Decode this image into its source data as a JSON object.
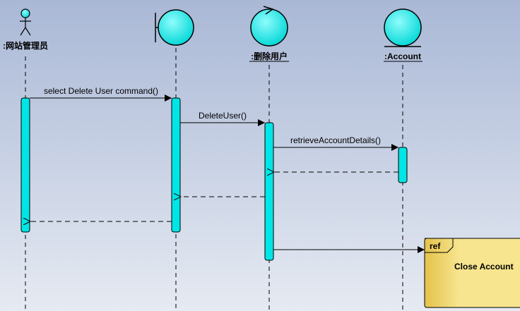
{
  "diagram": {
    "type": "sequence",
    "colors": {
      "background_top": "#a9b8d6",
      "background_bottom": "#e6eaf2",
      "lifeline_fill": "#00e5e5",
      "ref_fill": "#f7e58f",
      "ref_fill_dark": "#e5c24a"
    },
    "participants": [
      {
        "id": "admin",
        "kind": "actor",
        "label": ":网站管理员",
        "underline": false
      },
      {
        "id": "ui",
        "kind": "boundary",
        "label": "",
        "underline": false
      },
      {
        "id": "ctrl",
        "kind": "control",
        "label": ":删除用户",
        "underline": true
      },
      {
        "id": "acct",
        "kind": "entity",
        "label": ":Account",
        "underline": true
      }
    ],
    "messages": [
      {
        "from": "admin",
        "to": "ui",
        "label": "select Delete User command()",
        "kind": "sync"
      },
      {
        "from": "ui",
        "to": "ctrl",
        "label": "DeleteUser()",
        "kind": "sync"
      },
      {
        "from": "ctrl",
        "to": "acct",
        "label": "retrieveAccountDetails()",
        "kind": "sync"
      },
      {
        "from": "acct",
        "to": "ctrl",
        "label": "",
        "kind": "return"
      },
      {
        "from": "ctrl",
        "to": "ui",
        "label": "",
        "kind": "return"
      },
      {
        "from": "ui",
        "to": "admin",
        "label": "",
        "kind": "return"
      },
      {
        "from": "ctrl",
        "to": "ref",
        "label": "",
        "kind": "sync"
      }
    ],
    "ref_fragment": {
      "tag": "ref",
      "label": "Close Account"
    }
  }
}
